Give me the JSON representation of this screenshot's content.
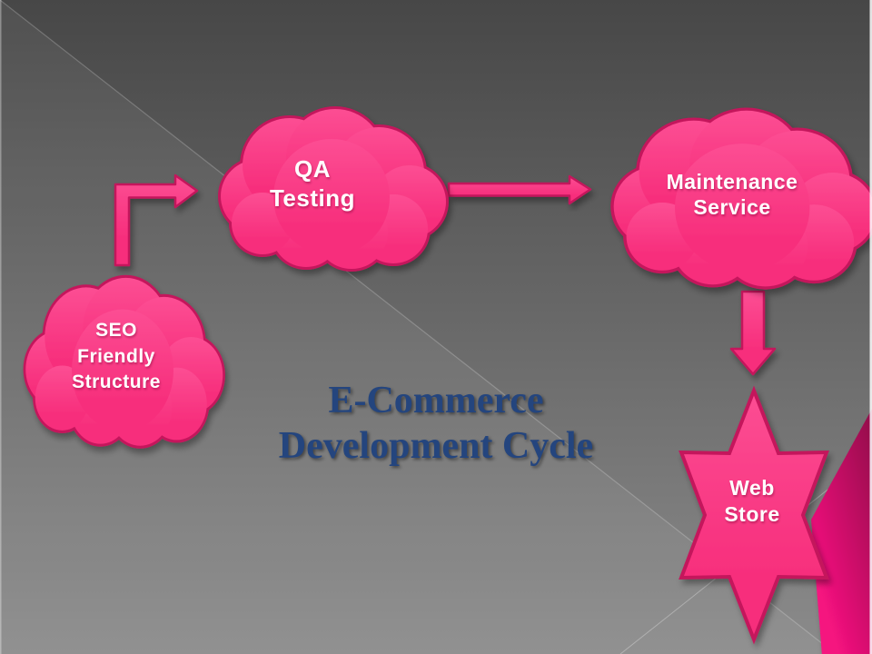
{
  "slide": {
    "title": {
      "line1": "E-Commerce",
      "line2": "Development Cycle"
    },
    "nodes": {
      "qa": {
        "shape": "cloud",
        "lines": [
          "QA",
          "Testing"
        ]
      },
      "maintenance": {
        "shape": "cloud",
        "lines": [
          "Maintenance",
          "Service"
        ]
      },
      "seo": {
        "shape": "cloud",
        "lines": [
          "SEO",
          "Friendly",
          "Structure"
        ]
      },
      "webstore": {
        "shape": "star",
        "lines": [
          "Web",
          "Store"
        ]
      }
    },
    "connectors": [
      {
        "from": "seo",
        "to": "qa",
        "type": "elbow-arrow"
      },
      {
        "from": "qa",
        "to": "maintenance",
        "type": "straight-arrow"
      },
      {
        "from": "maintenance",
        "to": "webstore",
        "type": "down-arrow"
      }
    ],
    "colors": {
      "background_top": "#474747",
      "background_bottom": "#8B8B8B",
      "shape_fill": "#F72E7C",
      "shape_fill_light": "#FC4E93",
      "shape_outline": "#C4175C",
      "accent_dark": "#8F0A48",
      "accent_bright": "#F5127F",
      "title_color": "#24457E",
      "label_color": "#FFFFFF"
    }
  }
}
